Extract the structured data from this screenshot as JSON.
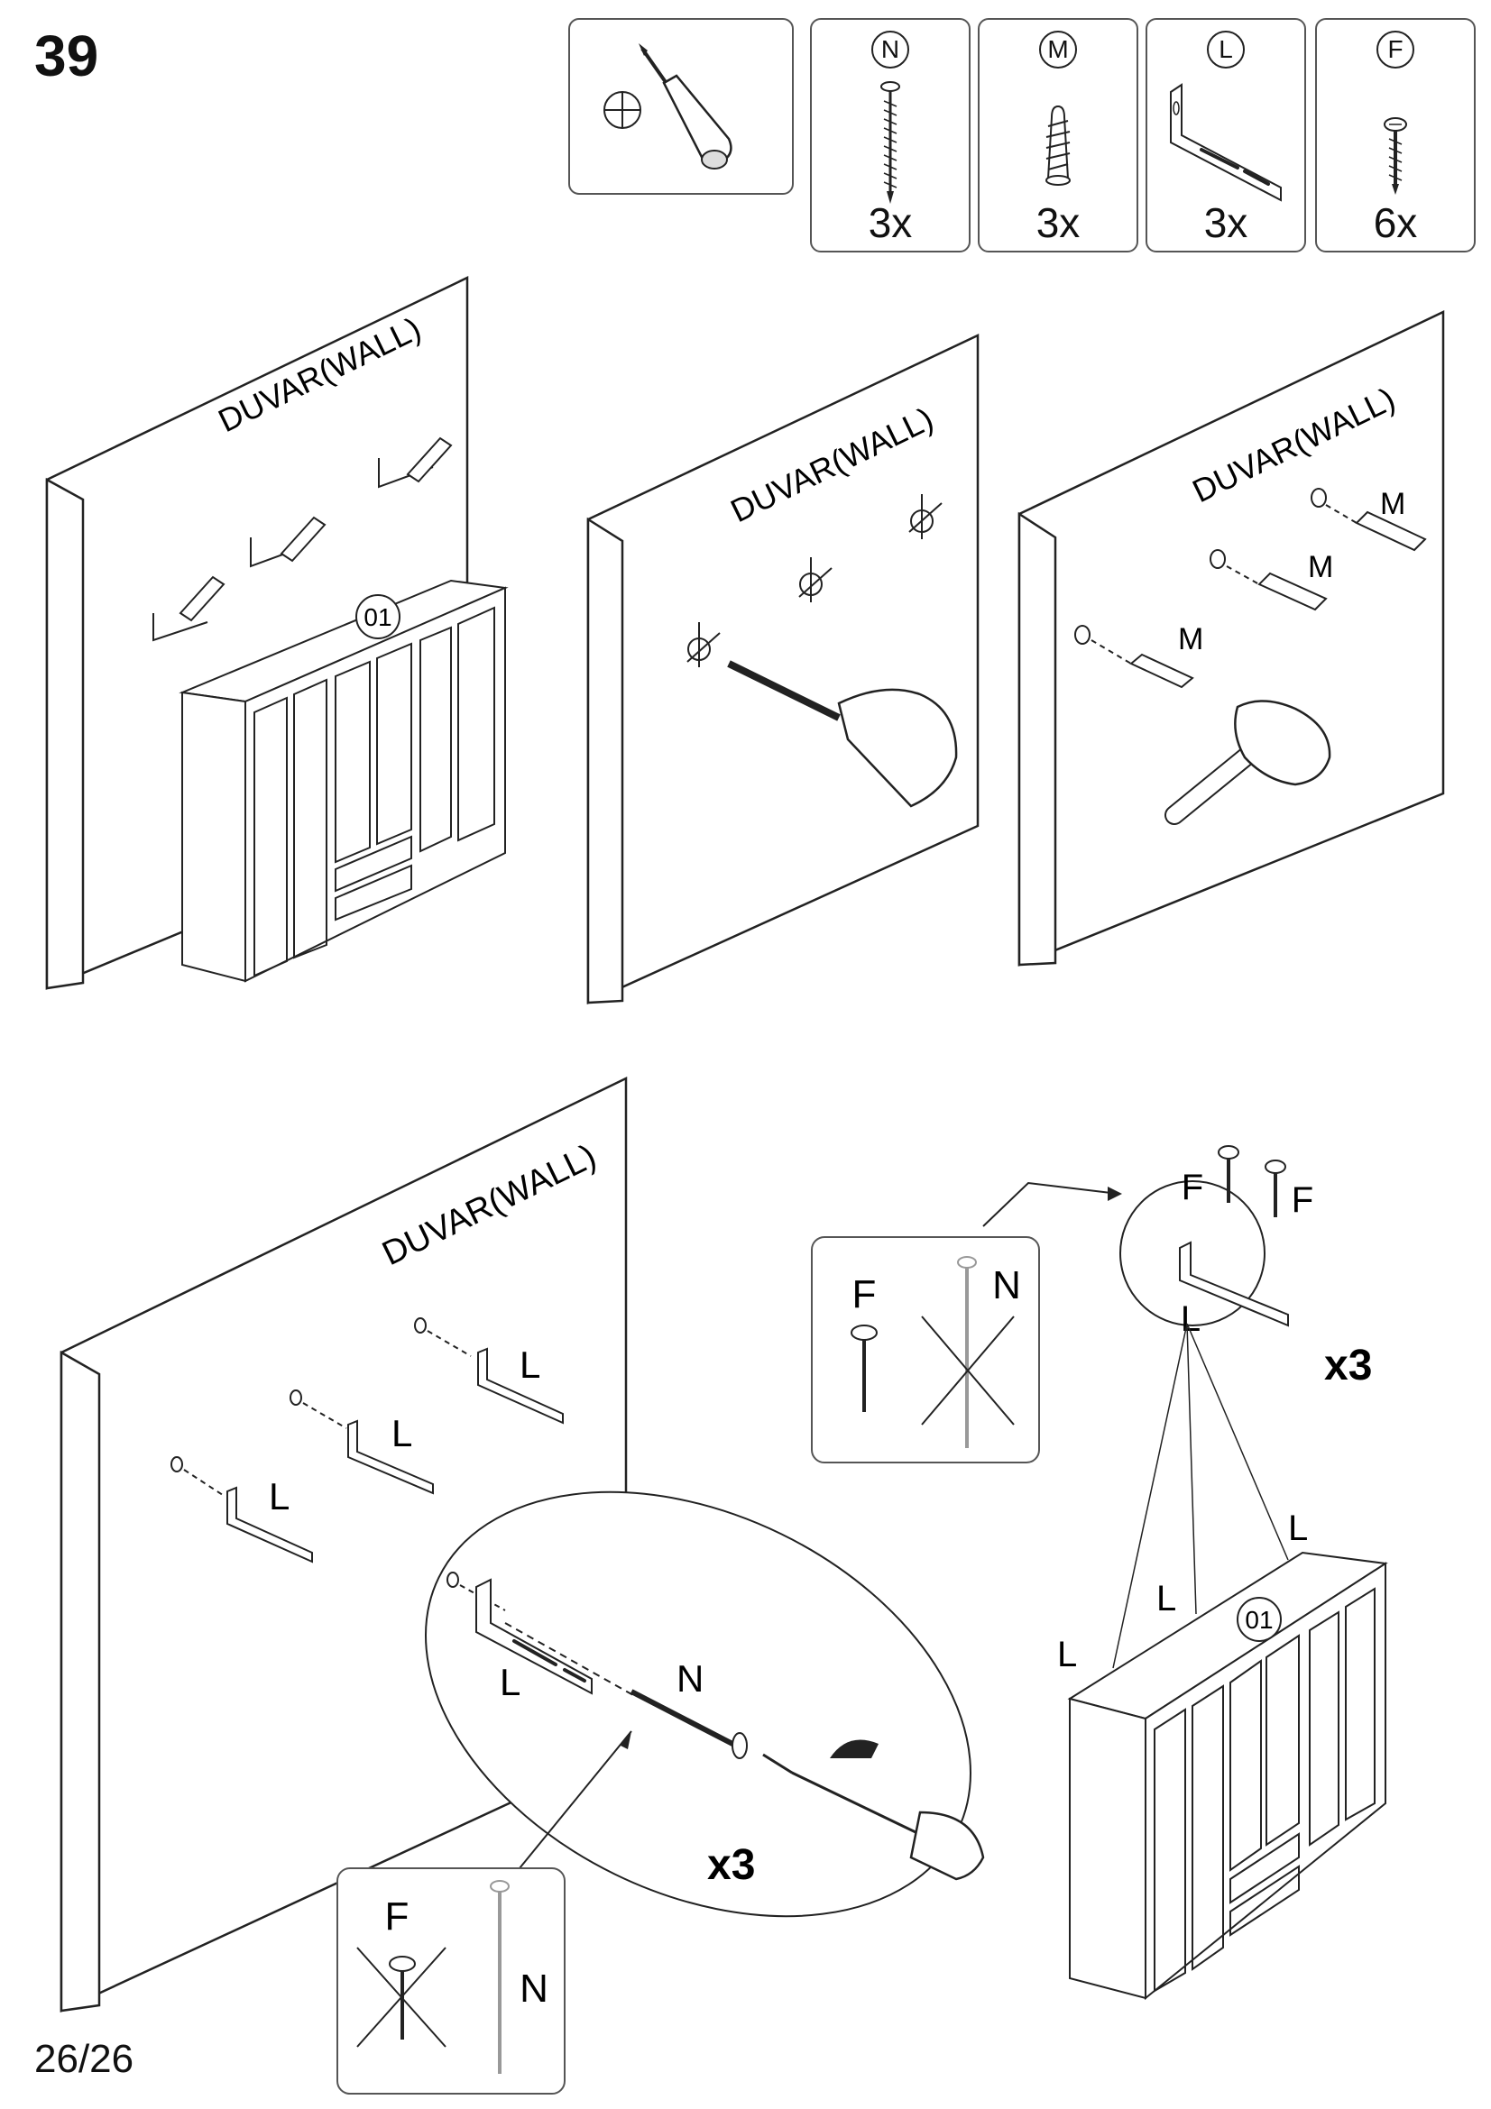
{
  "header": {
    "step_number": "39",
    "page_number": "26/26"
  },
  "parts": [
    {
      "id": "N",
      "quantity": "3x",
      "icon": "long-screw-icon"
    },
    {
      "id": "M",
      "quantity": "3x",
      "icon": "wall-plug-icon"
    },
    {
      "id": "L",
      "quantity": "3x",
      "icon": "angle-bracket-icon"
    },
    {
      "id": "F",
      "quantity": "6x",
      "icon": "short-screw-icon"
    }
  ],
  "tool": {
    "icon": "phillips-screwdriver-icon"
  },
  "panels": {
    "mark": {
      "wall_label": "DUVAR(WALL)",
      "cabinet_label": "01"
    },
    "drill": {
      "wall_label": "DUVAR(WALL)"
    },
    "plugs": {
      "wall_label": "DUVAR(WALL)",
      "plug_label": "M"
    },
    "brackets": {
      "wall_label": "DUVAR(WALL)",
      "bracket_label": "L",
      "screw_label": "N",
      "multiplier": "x3",
      "callout": {
        "wrong_label": "F",
        "right_label": "N"
      }
    },
    "attach": {
      "callout": {
        "right_label": "F",
        "wrong_label": "N"
      },
      "detail": {
        "screw_label": "F",
        "bracket_label": "L",
        "multiplier": "x3"
      },
      "bracket_label": "L",
      "cabinet_label": "01"
    }
  }
}
